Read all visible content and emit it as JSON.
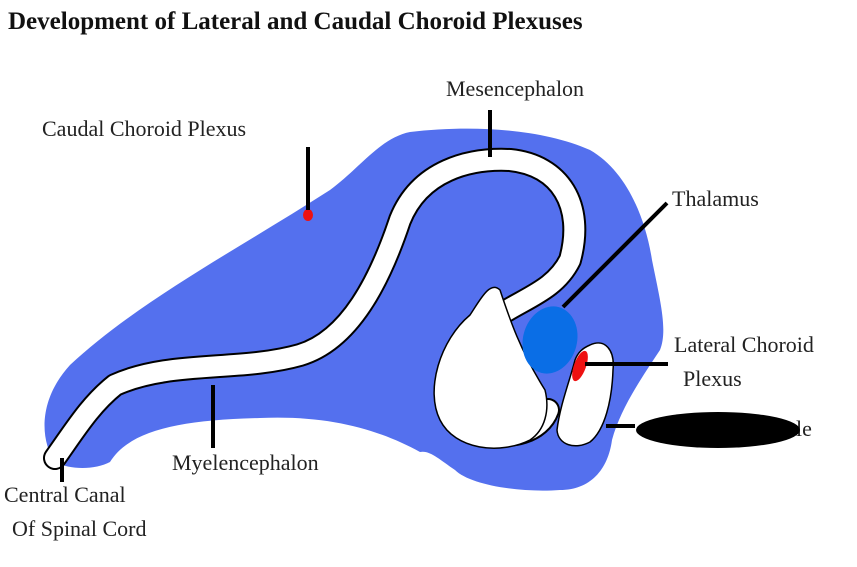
{
  "title": "Development of Lateral and Caudal Choroid Plexuses",
  "labels": {
    "mesencephalon": "Mesencephalon",
    "caudal_choroid_plexus": "Caudal Choroid Plexus",
    "thalamus": "Thalamus",
    "lateral_choroid_line1": "Lateral Choroid",
    "lateral_choroid_line2": "Plexus",
    "myelencephalon": "Myelencephalon",
    "central_canal_line1": "Central Canal",
    "central_canal_line2": "Of Spinal Cord",
    "lateral_ventricle_partial": "le"
  },
  "colors": {
    "tissue": "#5470ee",
    "thalamus": "#0a6ee6",
    "choroid_plexus": "#ee1111",
    "lumen": "#ffffff",
    "redaction": "#000000"
  }
}
